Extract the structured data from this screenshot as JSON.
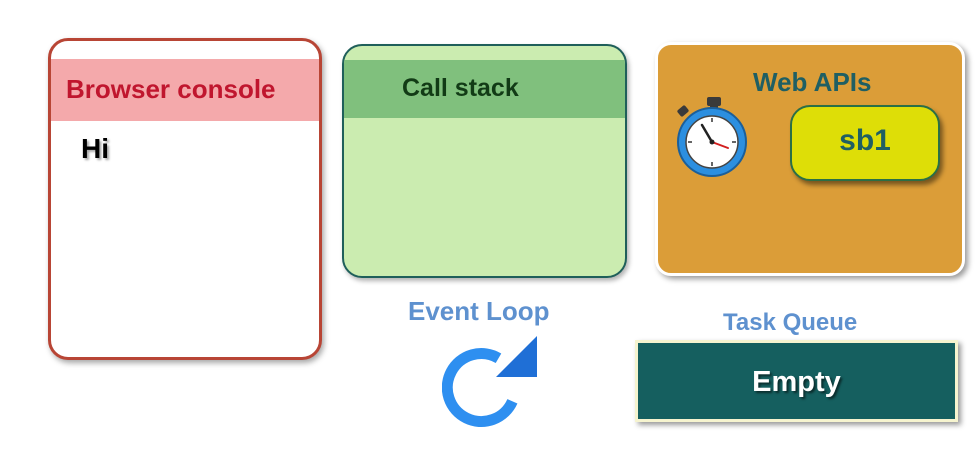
{
  "console": {
    "title": "Browser console",
    "lines": [
      "Hi"
    ]
  },
  "call_stack": {
    "title": "Call stack",
    "items": []
  },
  "web_apis": {
    "title": "Web APIs",
    "timer_icon": "stopwatch-icon",
    "items": [
      "sb1"
    ]
  },
  "event_loop": {
    "label": "Event Loop",
    "icon": "refresh-icon"
  },
  "task_queue": {
    "label": "Task Queue",
    "content": "Empty"
  },
  "colors": {
    "console_border": "#b84535",
    "console_header": "#f4a9ab",
    "console_title": "#c0162e",
    "stack_bg": "#cbecb0",
    "stack_header": "#80c07d",
    "webapis_bg": "#db9d38",
    "pill_bg": "#dede07",
    "label_blue": "#5e91cf",
    "queue_bg": "#155f5f"
  }
}
